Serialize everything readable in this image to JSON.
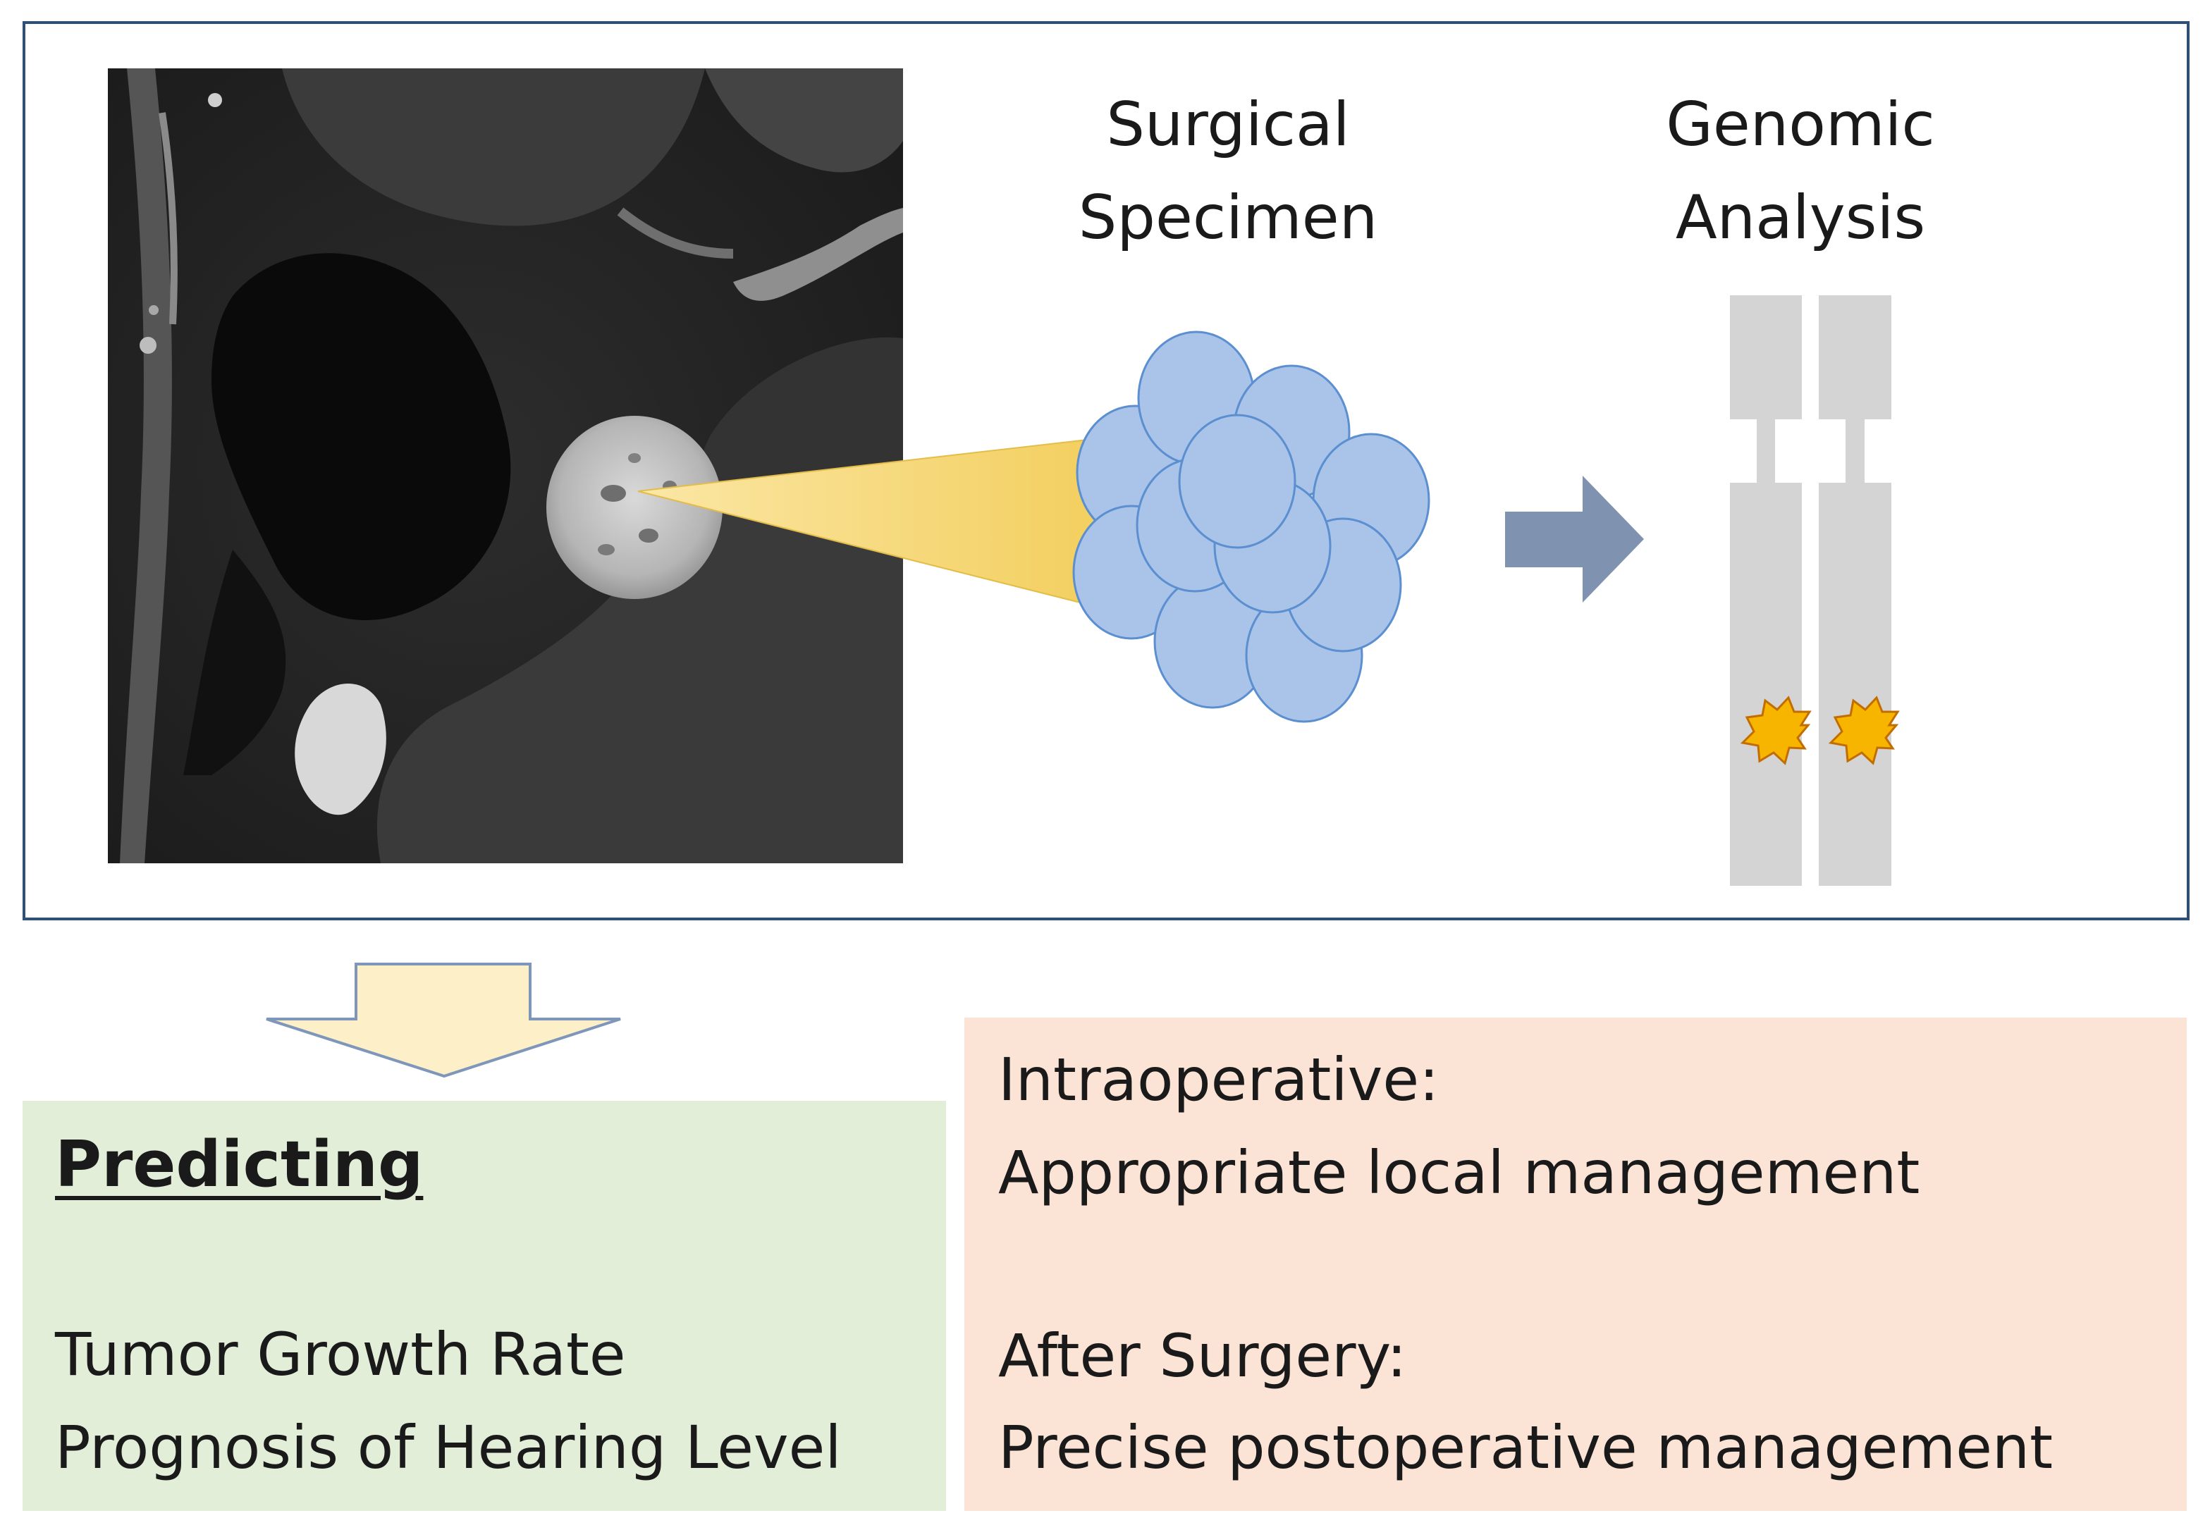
{
  "top_panel": {
    "label_surgical_line1": "Surgical",
    "label_surgical_line2": "Specimen",
    "label_genomic_line1": "Genomic",
    "label_genomic_line2": "Analysis"
  },
  "predicting_box": {
    "heading": "Predicting",
    "item1": "Tumor Growth Rate",
    "item2": "Prognosis of Hearing Level"
  },
  "management_box": {
    "intraoperative_label": "Intraoperative:",
    "intraoperative_text": "Appropriate local management",
    "after_label": "After Surgery:",
    "after_text": "Precise postoperative management"
  },
  "colors": {
    "frame_border": "#2f4f75",
    "cell_fill": "#a9c4e8",
    "cell_stroke": "#5b8fd0",
    "beam": "#f6d779",
    "arrow_right": "#7f93b0",
    "chromosome": "#d4d4d4",
    "mutation_star": "#f7b500",
    "down_arrow_fill": "#fdefc8",
    "down_arrow_stroke": "#7e96b9",
    "green_box": "#e3eed9",
    "peach_box": "#fbe3d6"
  }
}
